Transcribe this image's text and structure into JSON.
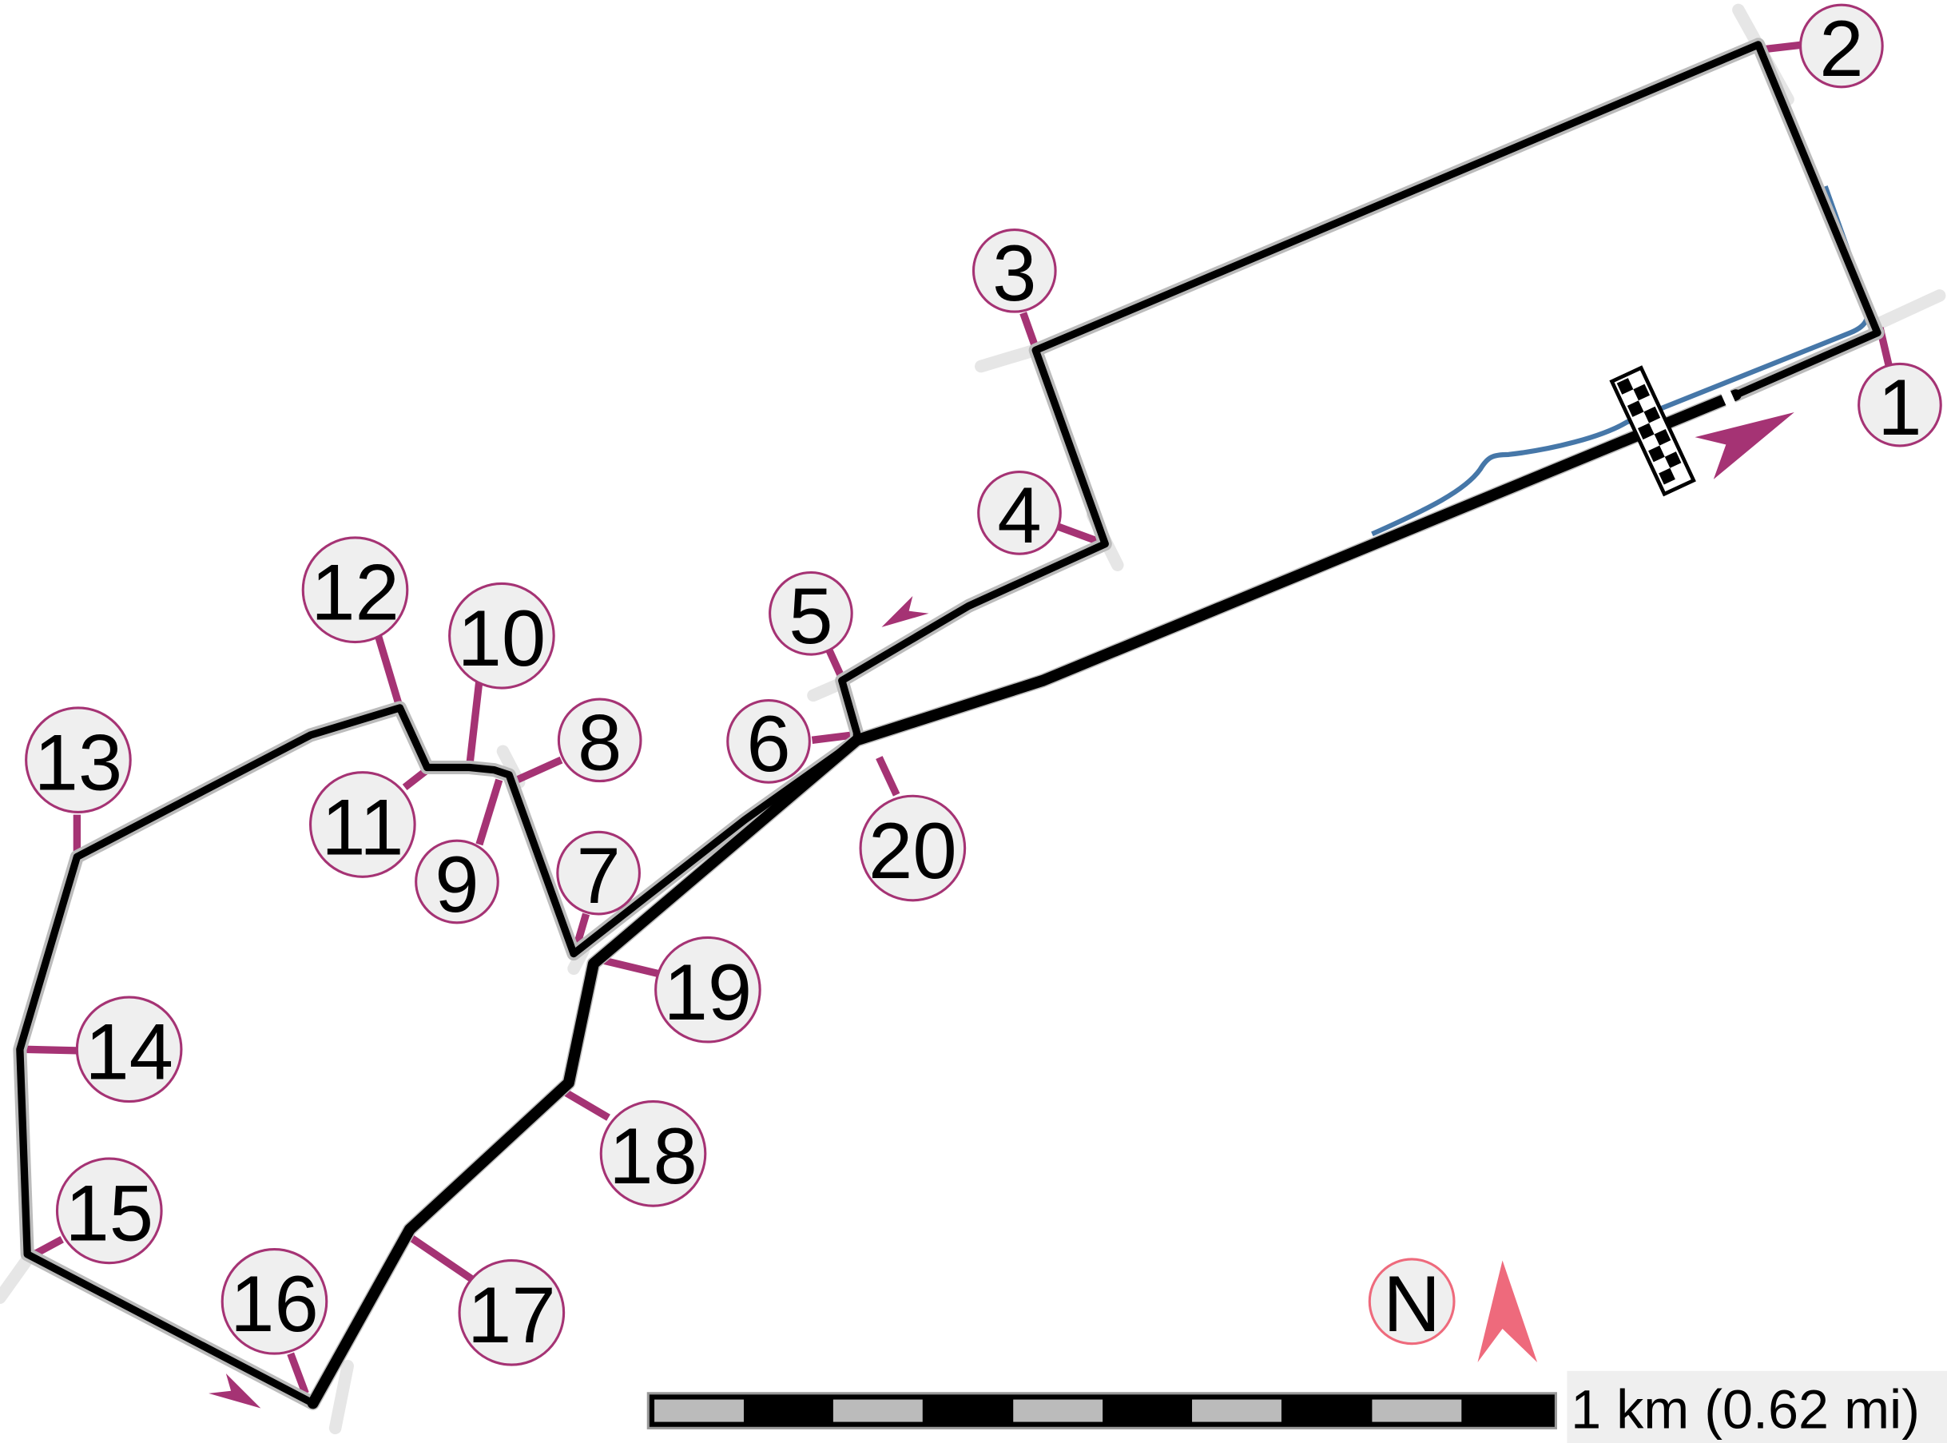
{
  "map": {
    "type": "race-circuit-layout",
    "colors": {
      "track": "#000000",
      "pit_lane": "#4677a8",
      "corner_marker": "#a53374",
      "corner_fill": "#efefef",
      "north": "#ee6a7c",
      "runoff": "#e6e6e6"
    },
    "corners": [
      {
        "id": "1",
        "label": "1"
      },
      {
        "id": "2",
        "label": "2"
      },
      {
        "id": "3",
        "label": "3"
      },
      {
        "id": "4",
        "label": "4"
      },
      {
        "id": "5",
        "label": "5"
      },
      {
        "id": "6",
        "label": "6"
      },
      {
        "id": "7",
        "label": "7"
      },
      {
        "id": "8",
        "label": "8"
      },
      {
        "id": "9",
        "label": "9"
      },
      {
        "id": "10",
        "label": "10"
      },
      {
        "id": "11",
        "label": "11"
      },
      {
        "id": "12",
        "label": "12"
      },
      {
        "id": "13",
        "label": "13"
      },
      {
        "id": "14",
        "label": "14"
      },
      {
        "id": "15",
        "label": "15"
      },
      {
        "id": "16",
        "label": "16"
      },
      {
        "id": "17",
        "label": "17"
      },
      {
        "id": "18",
        "label": "18"
      },
      {
        "id": "19",
        "label": "19"
      },
      {
        "id": "20",
        "label": "20"
      }
    ],
    "north_label": "N",
    "scale": {
      "label": "1 km (0.62 mi)",
      "segments": 10
    }
  }
}
